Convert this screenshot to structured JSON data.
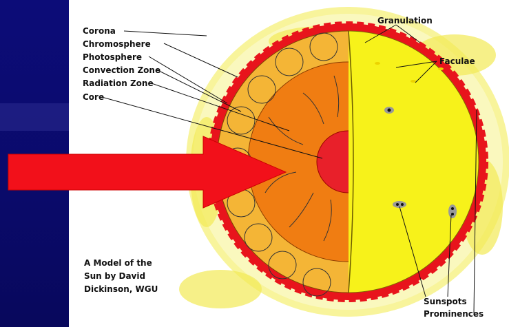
{
  "labels": {
    "corona": "Corona",
    "chromosphere": "Chromosphere",
    "photosphere": "Photosphere",
    "convection_zone": "Convection Zone",
    "radiation_zone": "Radiation Zone",
    "core": "Core",
    "granulation": "Granulation",
    "faculae": "Faculae",
    "sunspots": "Sunspots",
    "prominences": "Prominences"
  },
  "caption": {
    "line1": "A Model of the",
    "line2": "Sun by David",
    "line3": "Dickinson, WGU"
  },
  "colors": {
    "background": "#0a0a6e",
    "corona": "#f5f07a",
    "chromosphere": "#e8141c",
    "convection": "#f4b536",
    "radiation": "#f07d12",
    "core": "#e8202a",
    "surface": "#f7f21a",
    "arrow": "#f2101a"
  }
}
